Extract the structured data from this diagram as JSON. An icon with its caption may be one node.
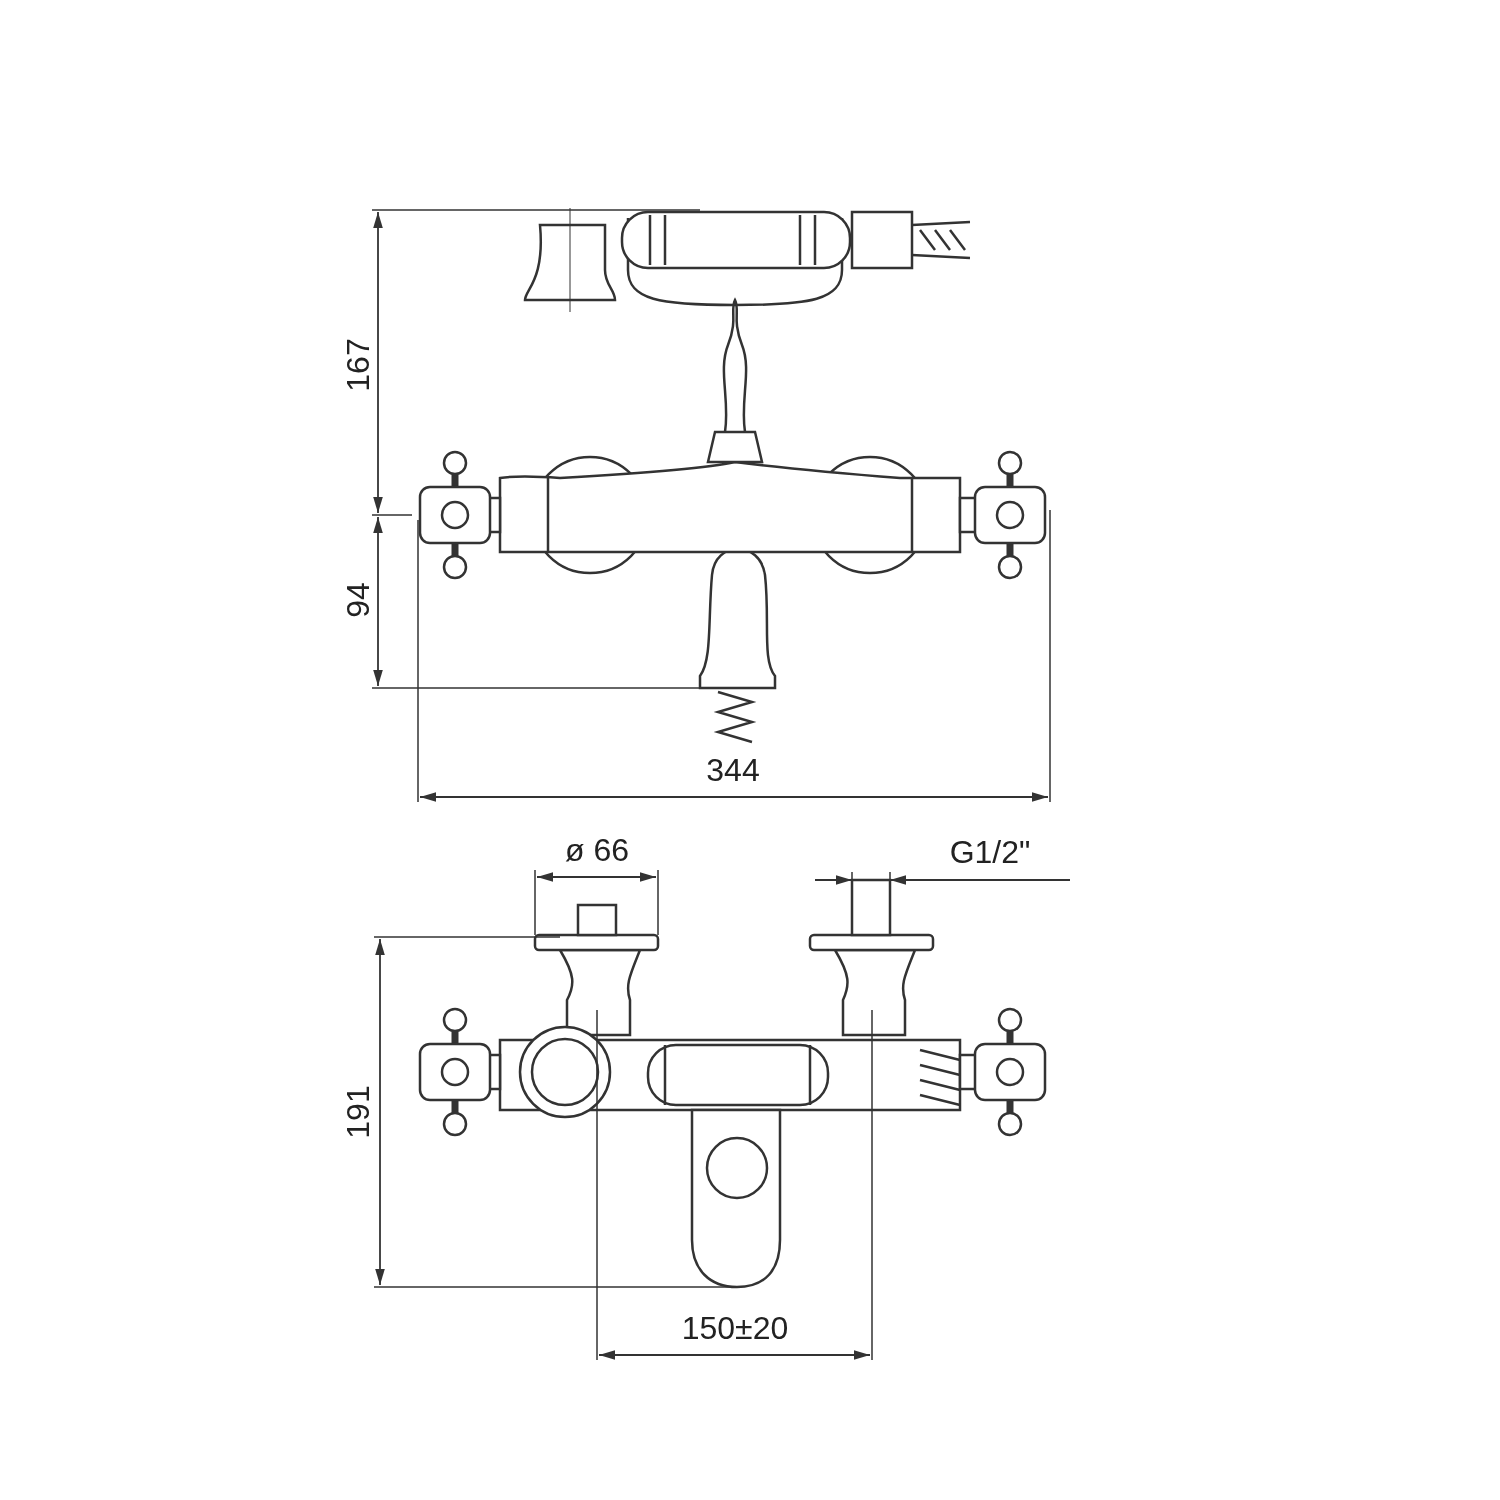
{
  "diagram": {
    "labels": [
      "167",
      "94",
      "344",
      "ø 66",
      "G1/2\"",
      "191",
      "150±20"
    ]
  }
}
